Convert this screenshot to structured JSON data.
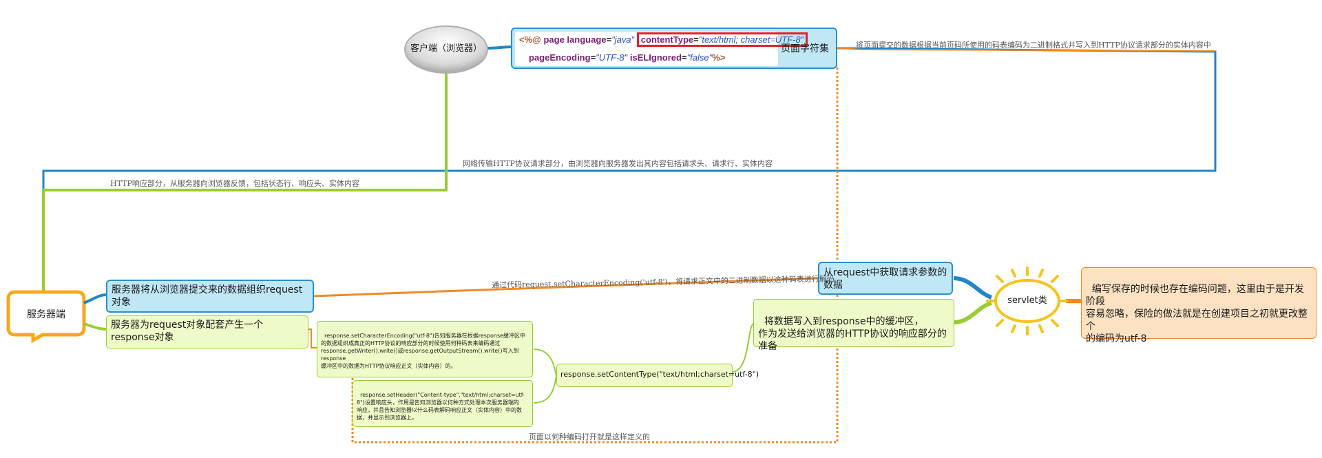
{
  "nodes": {
    "client": "客户端（浏览器）",
    "jsp_code": {
      "open": "<%@",
      "page": "page",
      "language_attr": "language",
      "language_val": "\"java\"",
      "content_type_attr": "contentType",
      "content_type_val": "\"text/html; charset=UTF-8\"",
      "page_encoding_attr": "pageEncoding",
      "page_encoding_val": "\"UTF-8\"",
      "is_el_attr": "isELIgnored",
      "is_el_val": "\"false\"",
      "close": "%>",
      "eq": "="
    },
    "page_charset": "页面字符集",
    "server": "服务器端",
    "request_obj": "服务器将从浏览器提交来的数据组织request对象",
    "response_obj": "服务器为request对象配套产生一个response对象",
    "get_params": "从request中获取请求参数的数据",
    "servlet": "servlet类",
    "write_buffer": "将数据写入到response中的缓冲区，\n作为发送给浏览器的HTTP协议的响应部分的准备",
    "note": "编写保存的时候也存在编码问题，这里由于是开发阶段\n容易忽略，保险的做法就是在创建项目之初就更改整个\n的编码为utf-8",
    "set_content_type": "response.setContentType(\"text/html;charset=utf-8\")",
    "set_char_encoding_detail": "response.setCharacterEncoding(\"utf-8\")告知服务器在根据response缓冲区中的数据组织成真正的HTTP协议的响应部分的时候使用何种码表来编码通过\nresponse.getWriter().write()或response.getOutputStream().write()写入到response\n缓冲区中的数据为HTTP协议响应正文（实体内容）的。",
    "set_header_detail": "response.setHeader(\"Content-type\",\"text/html;charset=utf-8\")设置响应头，作用是告知浏览器以何种方式处理本次服务器端的\n响应，并且告知浏览器以什么码表解码响应正文（实体内容）中的数据，并显示到浏览器上。"
  },
  "edges": {
    "submit_encode": "将页面提交的数据根据当前页码所使用的码表编码为二进制格式并写入到HTTP协议请求部分的实体内容中",
    "network_request": "网络传输HTTP协议请求部分，由浏览器向服务器发出其内容包括请求头、请求行、实体内容",
    "http_response": "HTTP响应部分，从服务器向浏览器反馈，包括状态行、响应头、实体内容",
    "decode_request": "通过代码request.setCharacterEncoding('utf-8')，将请求正文中的二进制数据以这种码表进行解码",
    "page_open_encoding": "页面以何种编码打开就是这样定义的"
  },
  "colors": {
    "blue": "#1f86c8",
    "green": "#99cc33",
    "orange": "#f08a24",
    "red_highlight": "#e0202a",
    "sun_yellow": "#f7c31b"
  },
  "icons": [
    "sun-icon",
    "speech-bubble-icon",
    "ellipse-cloud-icon"
  ]
}
